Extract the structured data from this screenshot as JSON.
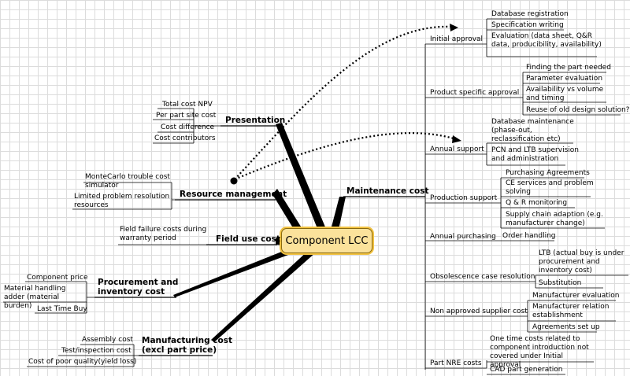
{
  "central": "Component LCC",
  "left": {
    "presentation": {
      "title": "Presentation",
      "items": [
        "Total cost NPV",
        "Per part site cost",
        "Cost difference",
        "Cost contributors"
      ]
    },
    "resource": {
      "title": "Resource management",
      "items": [
        "MonteCarlo trouble cost simulator",
        "Limited problem resolution resources"
      ]
    },
    "field": {
      "title": "Field use cost",
      "items": [
        "Field failure costs during warranty period"
      ]
    },
    "procurement": {
      "title": "Procurement and inventory cost",
      "items": [
        "Component price",
        "Material handling adder (material burden)",
        "Last Time Buy"
      ]
    },
    "manufacturing": {
      "title": "Manufacturing cost (excl part price)",
      "items": [
        "Assembly cost",
        "Test/inspection cost",
        "Cost of poor quality(yield loss)"
      ]
    }
  },
  "right": {
    "title": "Maintenance cost",
    "branches": [
      {
        "label": "Initial approval",
        "items": [
          "Database registration",
          "Specification writing",
          "Evaluation (data sheet, Q&R data, producibility, availability)"
        ]
      },
      {
        "label": "Product specific approval",
        "items": [
          "Finding the part needed",
          "Parameter evaluation",
          "Availability vs volume and timing",
          "Reuse of old design solution?"
        ]
      },
      {
        "label": "Annual support",
        "items": [
          "Database maintenance (phase-out, reclassification etc)",
          "PCN and LTB supervision and administration"
        ]
      },
      {
        "label": "Production support",
        "items": [
          "Purchasing Agreements",
          "CE services and problem solving",
          "Q & R monitoring",
          "Supply chain adaption (e.g. manufacturer change)"
        ]
      },
      {
        "label": "Annual purchasing",
        "items": [
          "Order handling"
        ]
      },
      {
        "label": "Obsolescence case resolution",
        "items": [
          "LTB (actual buy is under procurement and inventory cost)",
          "Substitution"
        ]
      },
      {
        "label": "Non approved supplier cost",
        "items": [
          "Manufacturer evaluation",
          "Manufacturer relation establishment",
          "Agreements set up"
        ]
      },
      {
        "label": "Part NRE costs",
        "items": [
          "One time costs related to component introduction not covered under Initial approval",
          "CAD part generation"
        ]
      }
    ]
  }
}
